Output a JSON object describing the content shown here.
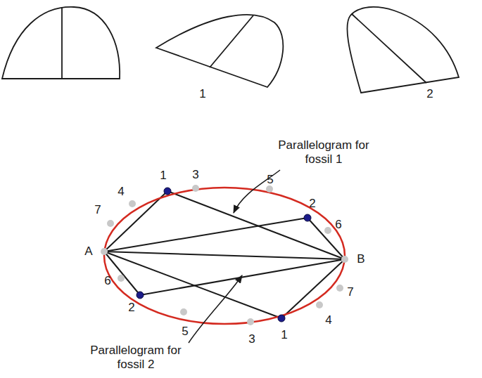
{
  "diagram": {
    "labels": [
      "1",
      "2",
      "1",
      "3",
      "5",
      "2",
      "6",
      "4",
      "7",
      "A",
      "B",
      "6",
      "2",
      "5",
      "3",
      "1",
      "4",
      "7",
      "Parallelogram for fossil 1",
      "Parallelogram for fossil 2"
    ]
  }
}
